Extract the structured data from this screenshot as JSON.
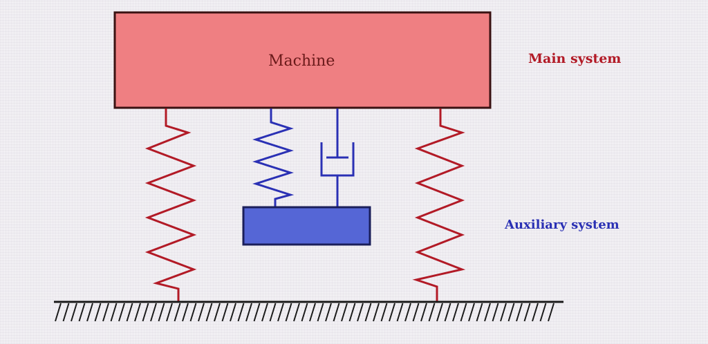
{
  "labels": {
    "machine": "Machine",
    "main_system": "Main system",
    "auxiliary_system": "Auxiliary system"
  },
  "colors": {
    "main_system": "#b21a26",
    "auxiliary_system": "#2a30b4",
    "machine_fill": "#ef7f82",
    "machine_border": "#3a1212",
    "auxiliary_mass_fill": "#5566d6",
    "ground": "#1a1a1a"
  }
}
